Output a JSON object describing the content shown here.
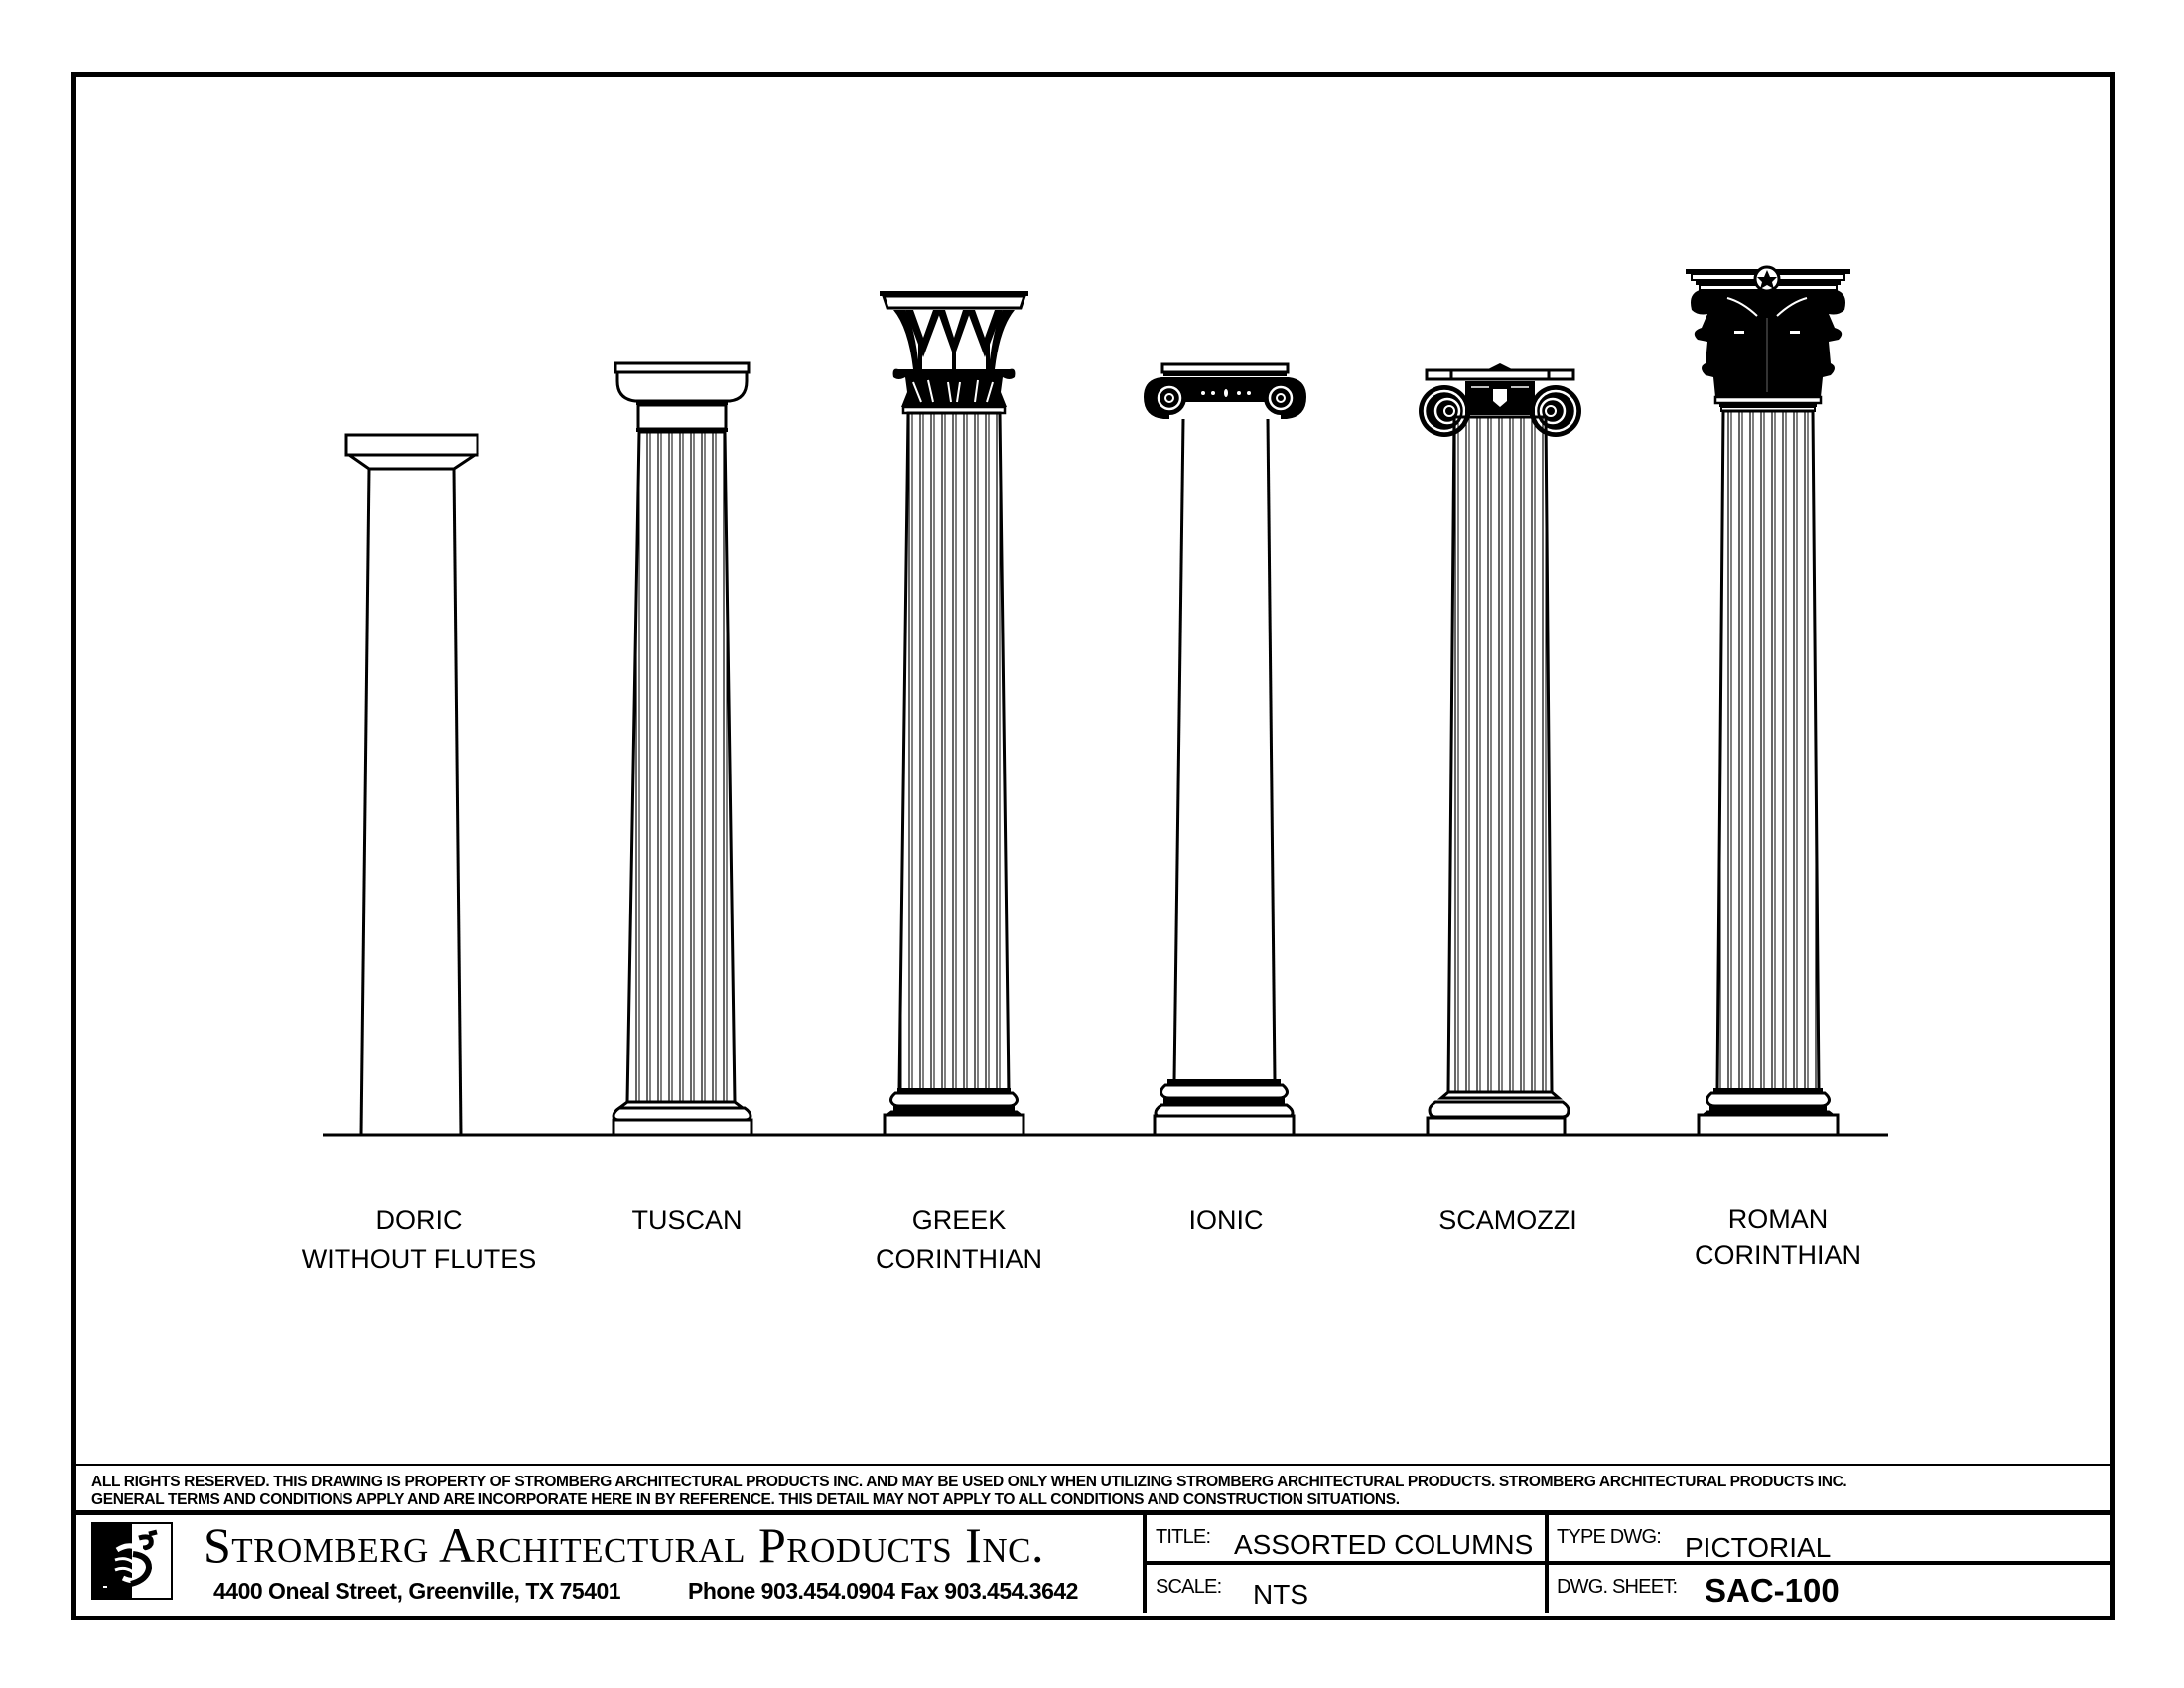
{
  "drawing": {
    "subject": "Assorted architectural column orders, pictorial elevation",
    "columns": [
      {
        "id": "doric",
        "label_lines": [
          "DORIC",
          "WITHOUT FLUTES"
        ],
        "fluted": false,
        "capital": "doric",
        "base": "none"
      },
      {
        "id": "tuscan",
        "label_lines": [
          "TUSCAN"
        ],
        "fluted": true,
        "capital": "tuscan",
        "base": "tuscan"
      },
      {
        "id": "greek-corinthian",
        "label_lines": [
          "GREEK",
          "CORINTHIAN"
        ],
        "fluted": true,
        "capital": "greek-corinthian",
        "base": "attic"
      },
      {
        "id": "ionic",
        "label_lines": [
          "IONIC"
        ],
        "fluted": false,
        "capital": "ionic",
        "base": "attic"
      },
      {
        "id": "scamozzi",
        "label_lines": [
          "SCAMOZZI"
        ],
        "fluted": true,
        "capital": "scamozzi",
        "base": "tuscan"
      },
      {
        "id": "roman-corinthian",
        "label_lines": [
          "ROMAN",
          "CORINTHIAN"
        ],
        "fluted": true,
        "capital": "roman-corinthian",
        "base": "attic"
      }
    ]
  },
  "disclaimer": {
    "line1": "ALL RIGHTS RESERVED. THIS DRAWING IS PROPERTY OF STROMBERG ARCHITECTURAL PRODUCTS INC. AND MAY BE USED ONLY WHEN UTILIZING STROMBERG ARCHITECTURAL PRODUCTS.  STROMBERG ARCHITECTURAL PRODUCTS INC.",
    "line2": "GENERAL TERMS AND CONDITIONS APPLY AND ARE INCORPORATE HERE IN BY REFERENCE.  THIS DETAIL MAY NOT APPLY TO ALL CONDITIONS AND CONSTRUCTION SITUATIONS."
  },
  "title_block": {
    "company_name": "Stromberg Architectural Products Inc.",
    "address": "4400 Oneal Street, Greenville, TX  75401",
    "contact": "Phone 903.454.0904   Fax 903.454.3642",
    "logo_icon": "stromberg-s-logo-icon",
    "title_label": "TITLE:",
    "title_value": "ASSORTED COLUMNS",
    "type_label": "TYPE DWG:",
    "type_value": "PICTORIAL",
    "scale_label": "SCALE:",
    "scale_value": "NTS",
    "sheet_label": "DWG. SHEET:",
    "sheet_value": "SAC-100"
  },
  "colors": {
    "ink": "#000000",
    "paper": "#ffffff"
  }
}
